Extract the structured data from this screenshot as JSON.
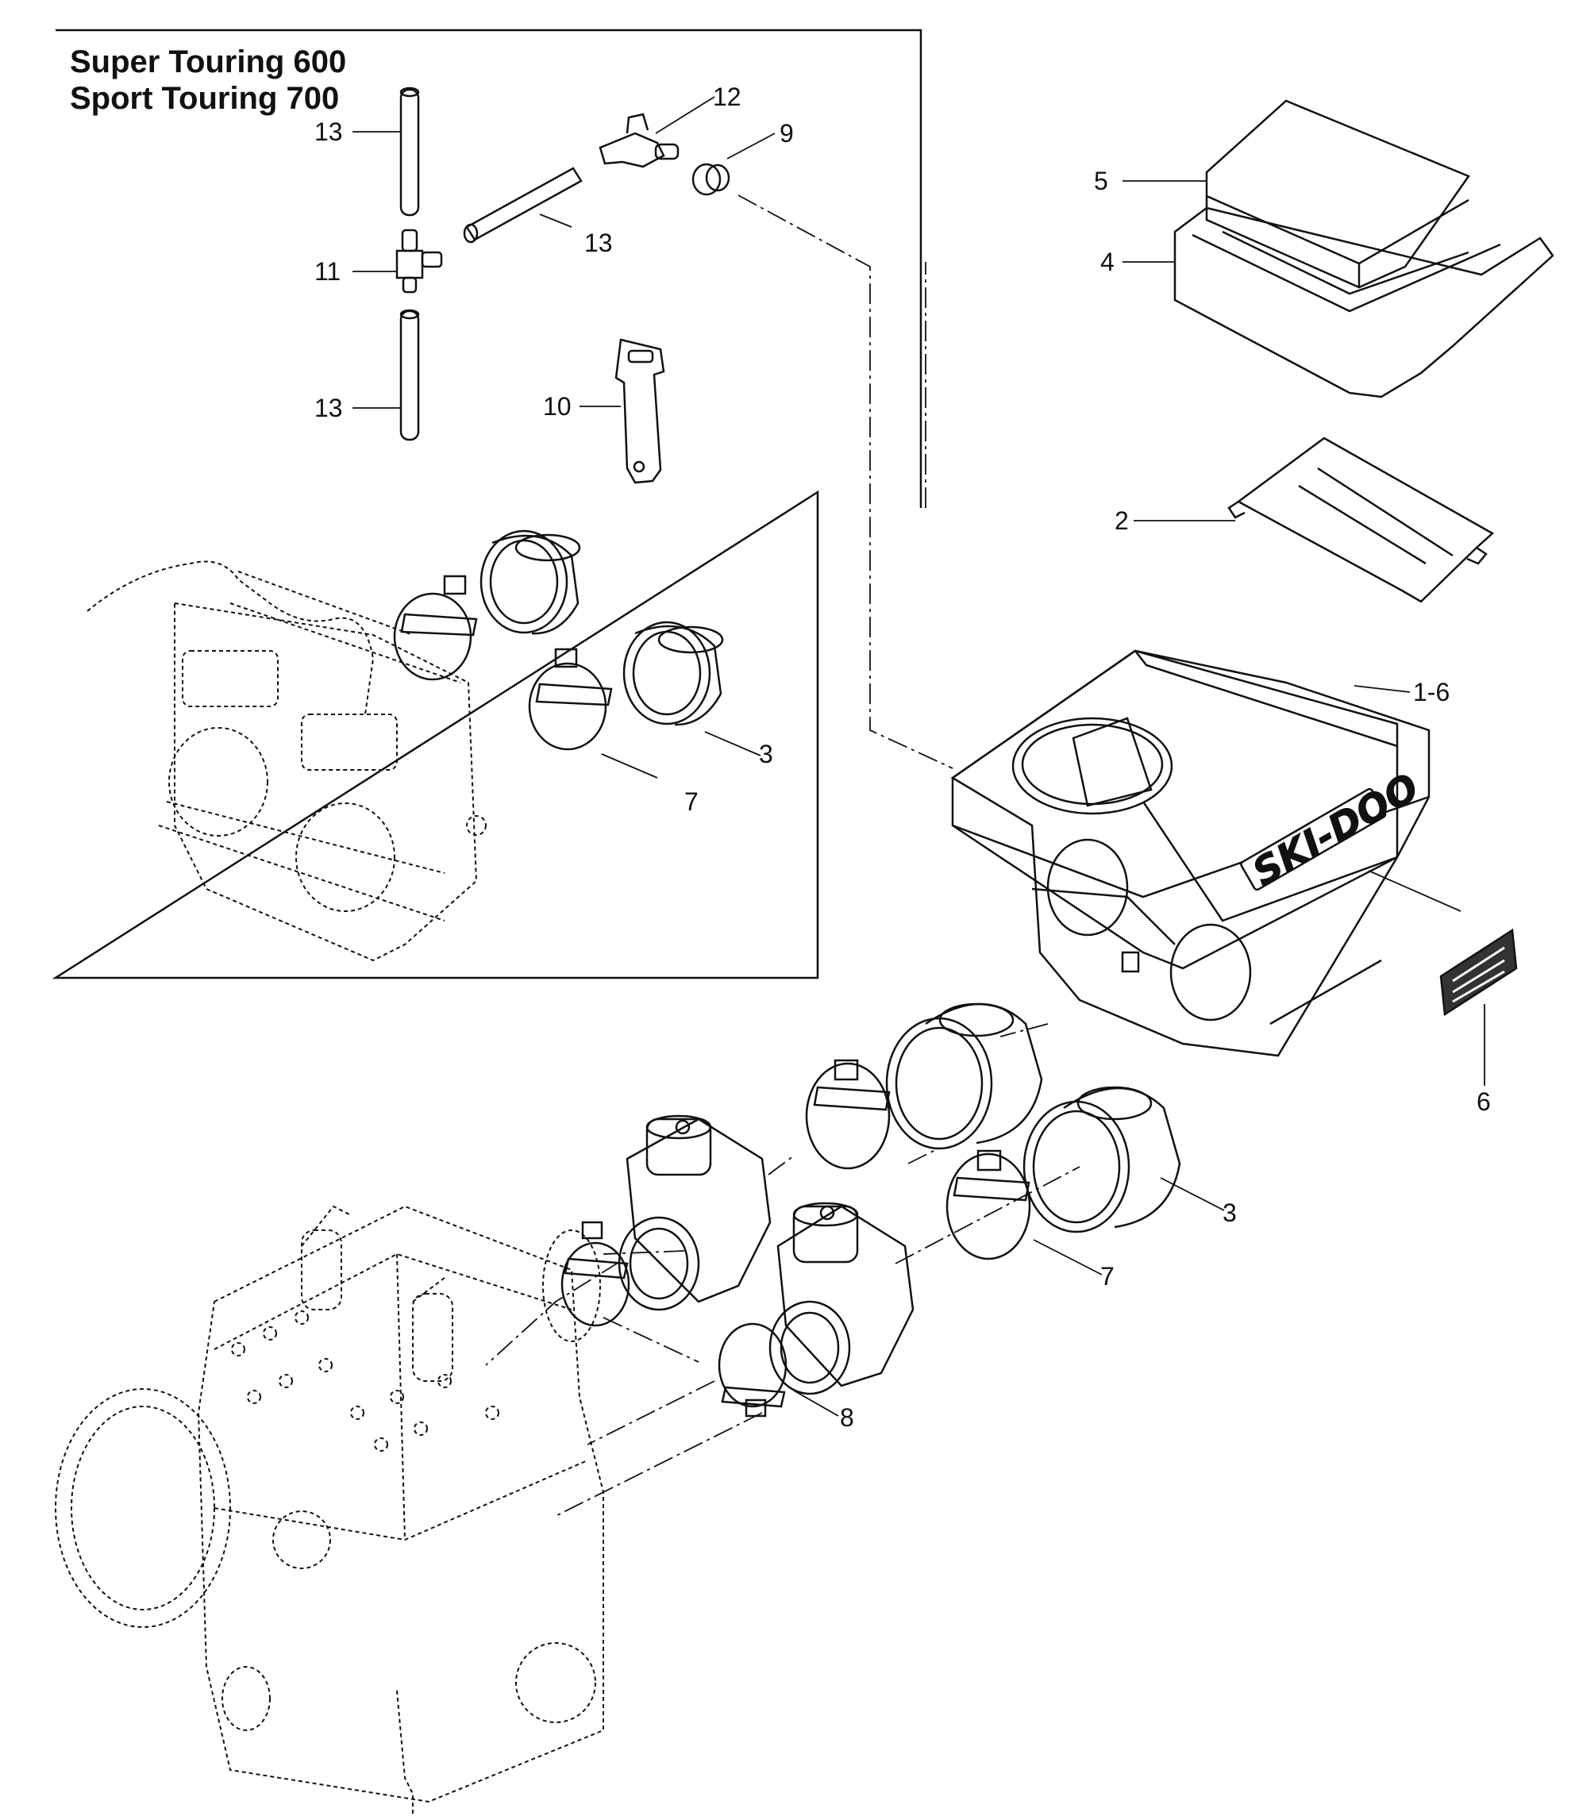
{
  "inset": {
    "title_line1": "Super Touring 600",
    "title_line2": "Sport Touring 700"
  },
  "callouts": {
    "c13a": "13",
    "c12": "12",
    "c9": "9",
    "c13b": "13",
    "c11": "11",
    "c13c": "13",
    "c10": "10",
    "c3_inset": "3",
    "c7_inset": "7",
    "c5": "5",
    "c4": "4",
    "c2": "2",
    "c1_6": "1-6",
    "c6": "6",
    "c3_main": "3",
    "c7_main": "7",
    "c8": "8"
  },
  "logo": {
    "text": "SKI-DOO"
  },
  "colors": {
    "ink": "#111111",
    "paper": "#ffffff",
    "fill_dark": "#333333"
  }
}
